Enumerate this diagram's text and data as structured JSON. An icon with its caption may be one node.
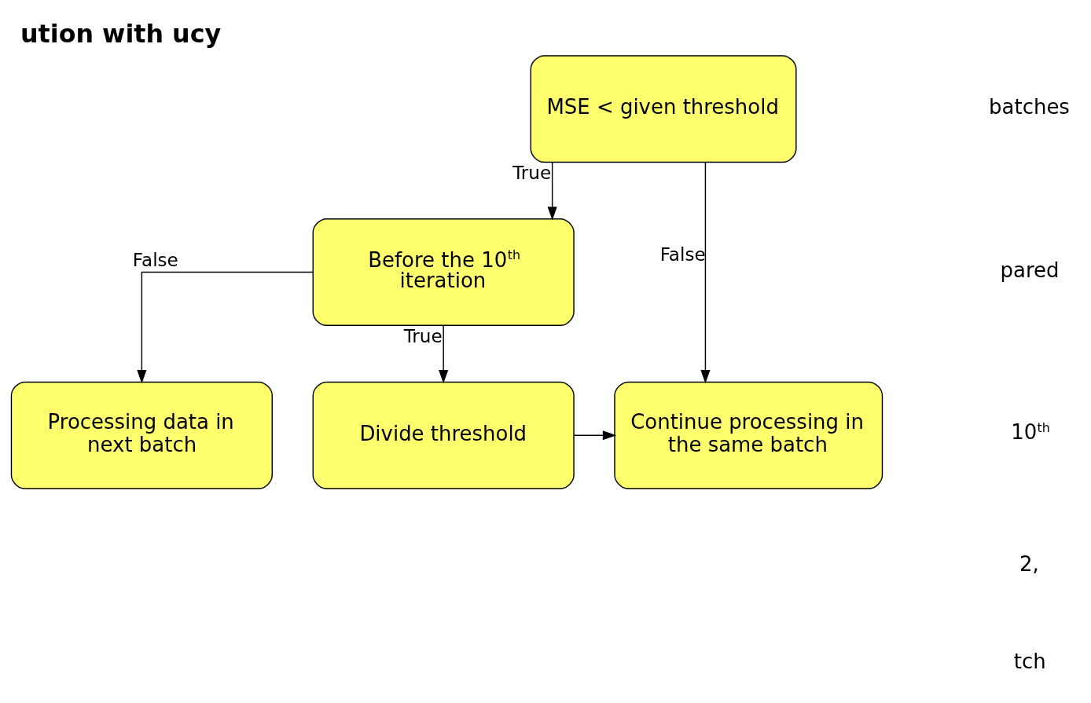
{
  "diagram": {
    "title": "ution with ucy",
    "nodes": [
      {
        "text": [
          "MSE < given threshold"
        ]
      },
      {
        "text": [
          "Before the 10$^{th}$ iteration"
        ]
      },
      {
        "text": [
          "Processing data in next batch"
        ]
      },
      {
        "text": [
          "Divide threshold"
        ]
      },
      {
        "text": [
          "Continue processing in the same batch"
        ]
      }
    ],
    "edges": [
      {
        "from": 0,
        "to": 1,
        "arrow": "to",
        "label": "True"
      },
      {
        "from": 0,
        "to": 4,
        "arrow": "to",
        "label": "False"
      },
      {
        "from": 1,
        "to": 2,
        "arrow": "to",
        "label": "False"
      },
      {
        "from": 1,
        "to": 3,
        "arrow": "to",
        "label": "True"
      },
      {
        "from": 3,
        "to": 4,
        "arrow": "to"
      }
    ],
    "labels": [
      "batches",
      "pared",
      "10$^{th}$",
      "2,",
      "tch"
    ]
  }
}
